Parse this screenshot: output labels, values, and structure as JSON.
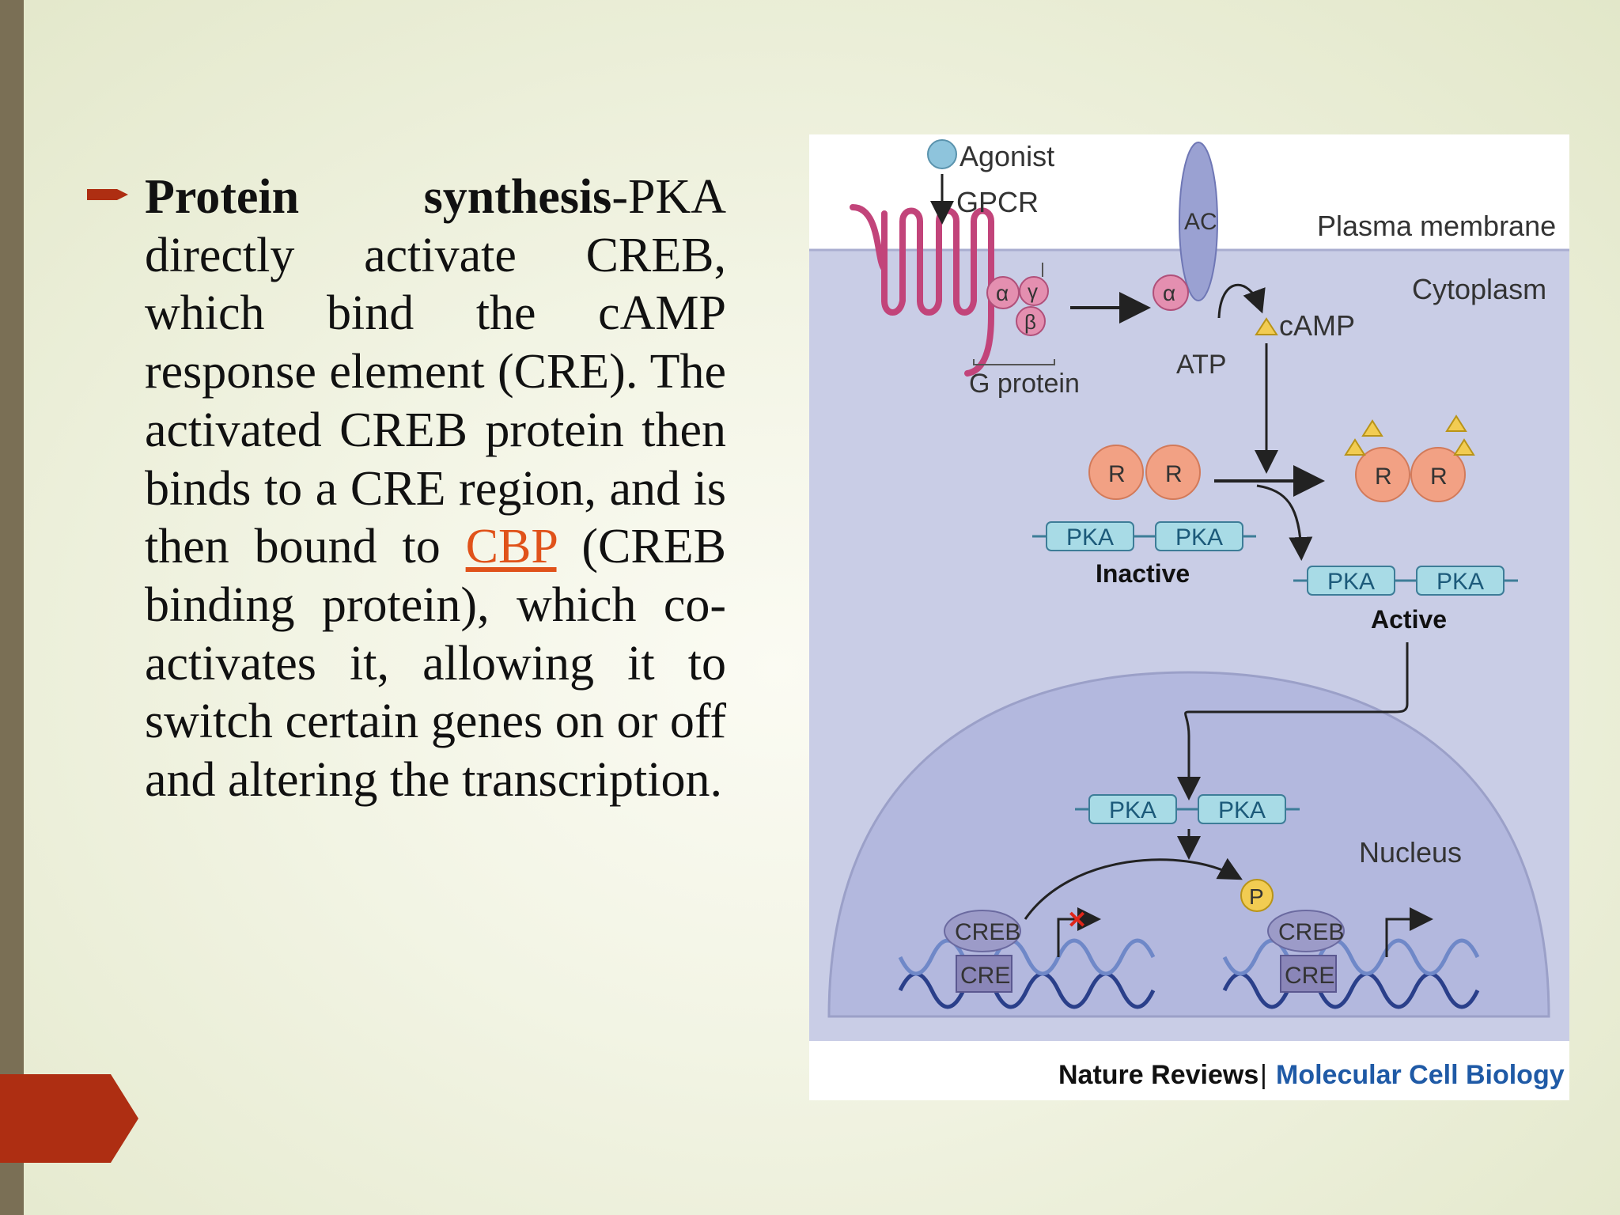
{
  "slide": {
    "bullet_term": "Protein synthesis",
    "text_part1": "-PKA directly activate CREB, which bind the cAMP response element (CRE). The activated CREB protein then binds to a CRE region, and is then bound to ",
    "link_text": "CBP",
    "text_part2": " (CREB binding protein), which co-activates it, allowing it to switch certain genes on or off and altering the transcription."
  },
  "figure": {
    "labels": {
      "agonist": "Agonist",
      "gpcr": "GPCR",
      "ac": "AC",
      "plasma_membrane": "Plasma membrane",
      "cytoplasm": "Cytoplasm",
      "alpha": "α",
      "gamma": "γ",
      "beta": "β",
      "camp": "cAMP",
      "atp": "ATP",
      "g_protein": "G protein",
      "r": "R",
      "pka": "PKA",
      "inactive": "Inactive",
      "active": "Active",
      "nucleus": "Nucleus",
      "p": "P",
      "creb": "CREB",
      "cre": "CRE"
    },
    "credit_journal": "Nature Reviews",
    "credit_separator": "|",
    "credit_section": "Molecular Cell Biology"
  },
  "colors": {
    "accent_red": "#ae2e12",
    "link": "#e0521a",
    "cytoplasm": "#c9cde6",
    "nucleus": "#b3b8de",
    "r_subunit": "#f2a184",
    "pka": "#a8dbe6",
    "credit_blue": "#1f5aa6"
  }
}
